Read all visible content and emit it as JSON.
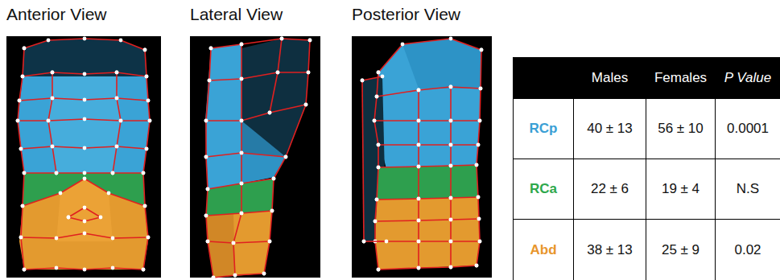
{
  "diagram": {
    "nodes": [
      {
        "text": [
          "Anterior View"
        ]
      },
      {
        "text": [
          "Lateral View"
        ]
      },
      {
        "text": [
          "Posterior View"
        ]
      }
    ],
    "labels": [
      "Males",
      "Females",
      "P Value",
      "RCp",
      "40 ± 13",
      "56 ± 10",
      "0.0001",
      "RCa",
      "22 ± 6",
      "19 ± 4",
      "N.S",
      "Abd",
      "38 ± 13",
      "25 ± 9",
      "0.02"
    ]
  }
}
